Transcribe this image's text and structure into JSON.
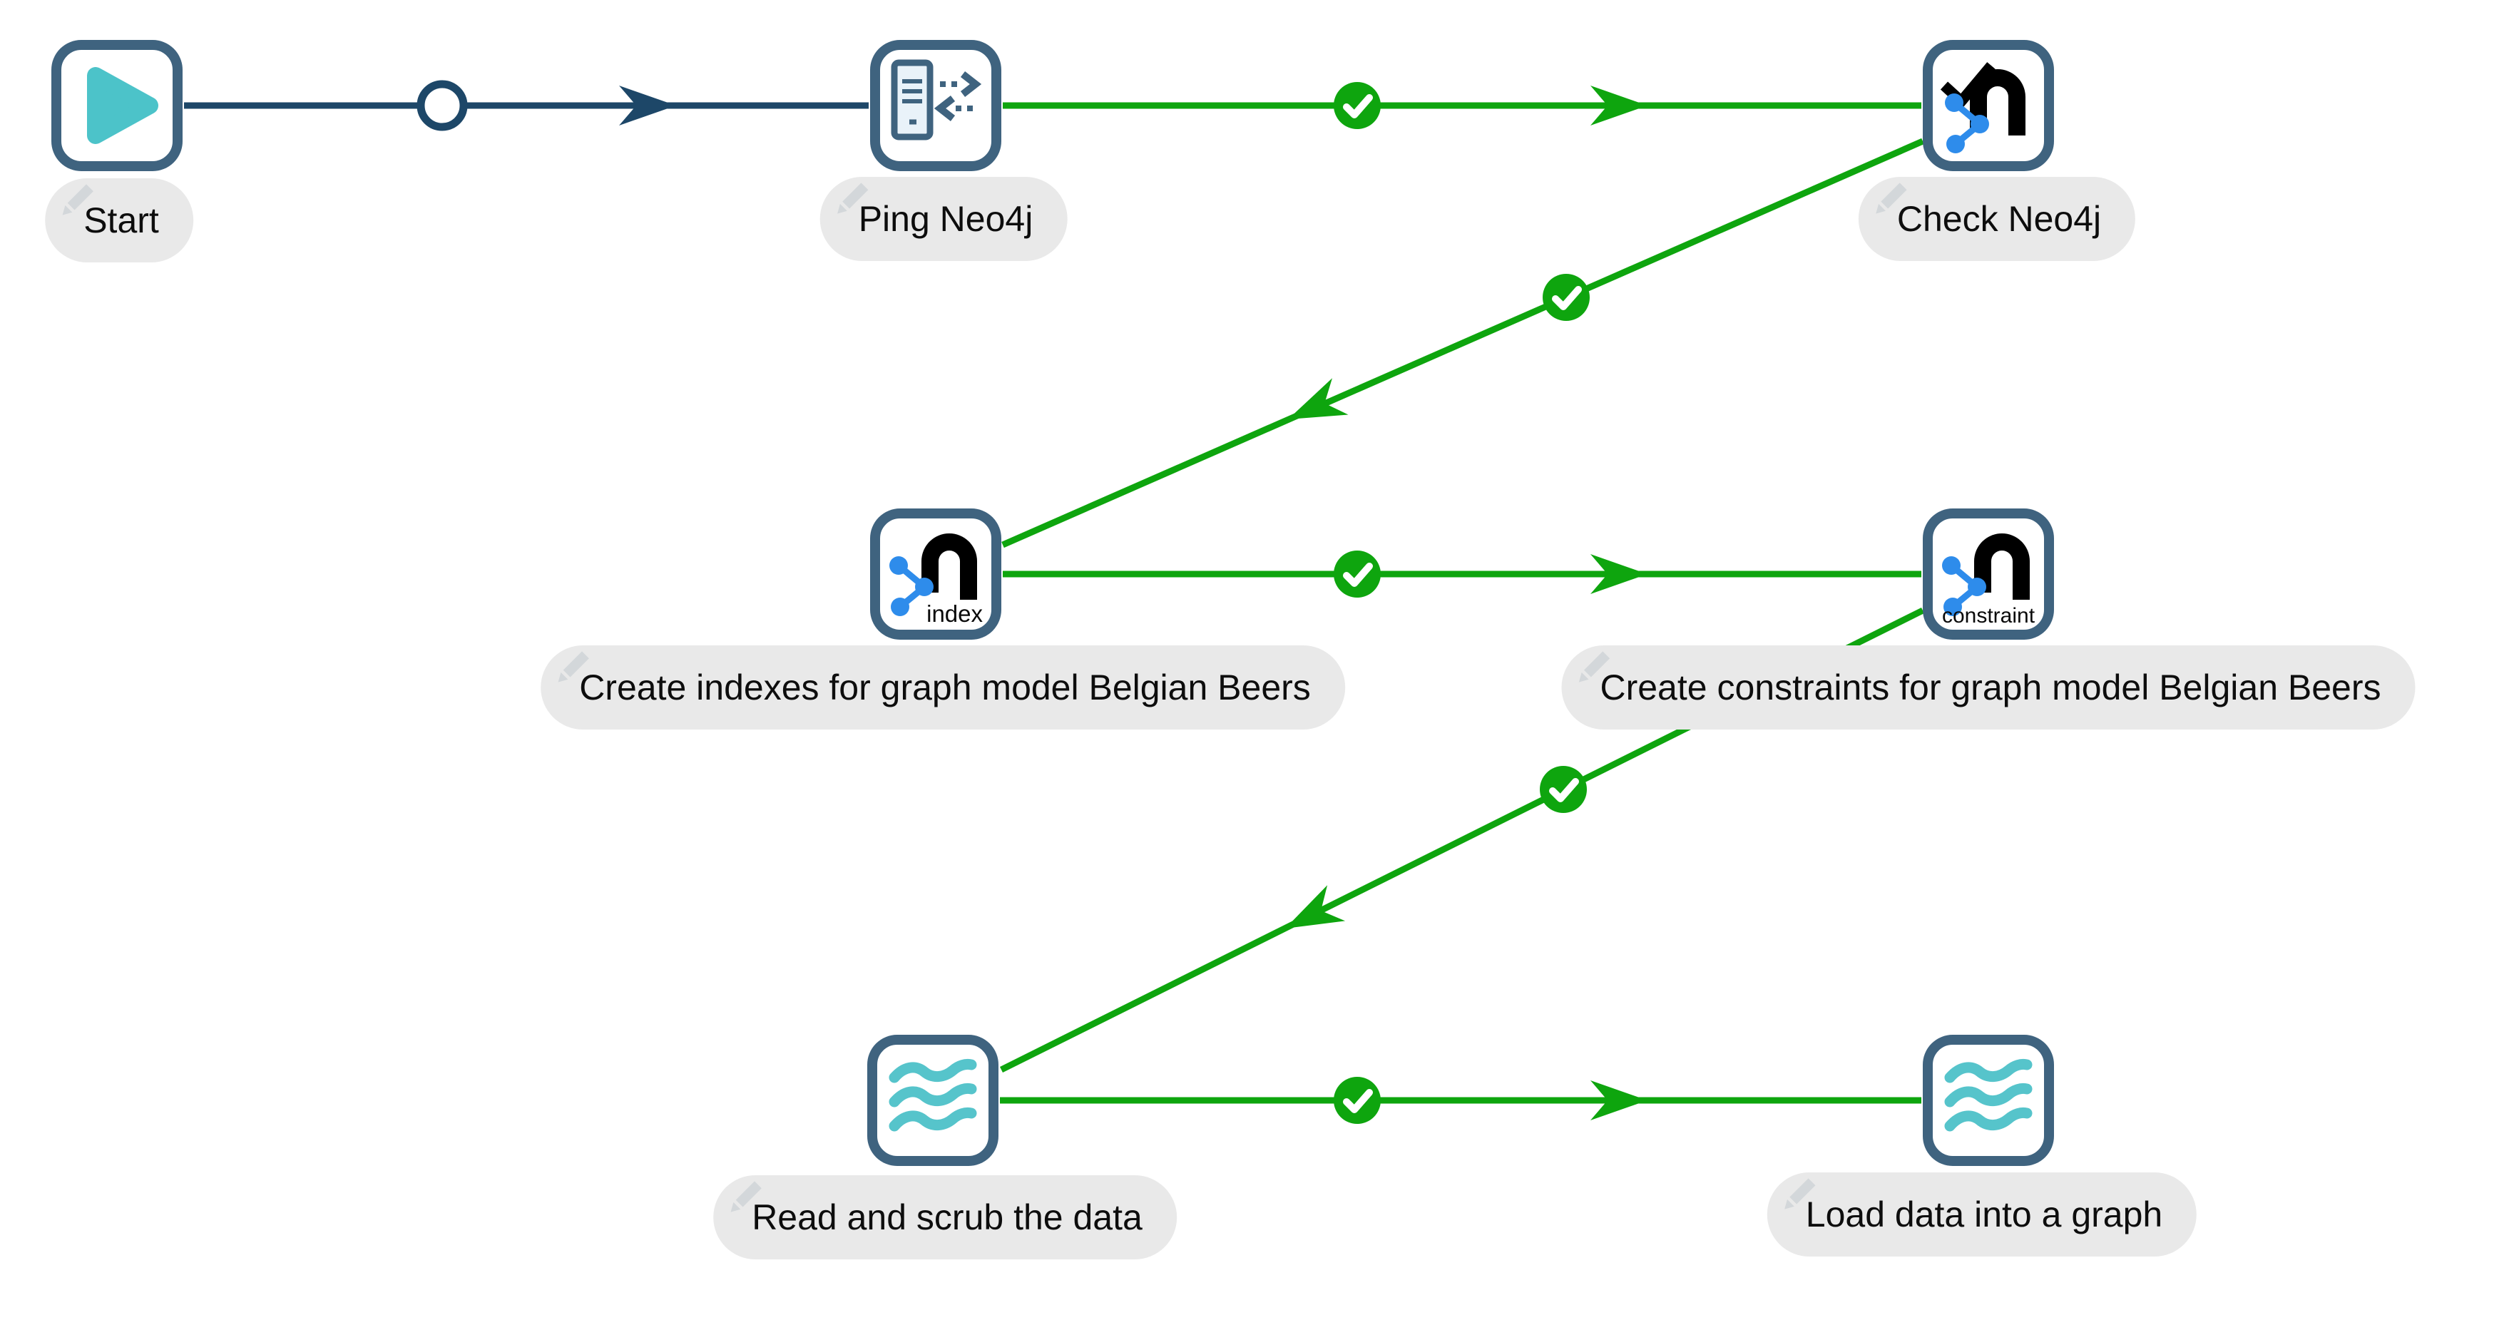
{
  "app": {
    "view": "workflow-canvas",
    "workflow_theme": "Apache Hop workflow"
  },
  "nodes": [
    {
      "id": "start",
      "label": "Start",
      "icon": "play-icon"
    },
    {
      "id": "ping-neo4j",
      "label": "Ping Neo4j",
      "icon": "ping-icon"
    },
    {
      "id": "check-neo4j",
      "label": "Check Neo4j",
      "icon": "neo4j-check-icon"
    },
    {
      "id": "create-indexes",
      "label": "Create indexes for graph model Belgian Beers",
      "icon": "neo4j-index-icon",
      "icon_caption": "index"
    },
    {
      "id": "create-constraints",
      "label": "Create constraints for graph model Belgian Beers",
      "icon": "neo4j-constraint-icon",
      "icon_caption": "constraint"
    },
    {
      "id": "read-scrub",
      "label": "Read and scrub the data",
      "icon": "pipeline-waves-icon"
    },
    {
      "id": "load-graph",
      "label": "Load data into a graph",
      "icon": "pipeline-waves-icon"
    }
  ],
  "connections": [
    {
      "from": "Start",
      "to": "Ping Neo4j",
      "condition": "unconditional",
      "marker": "open-circle"
    },
    {
      "from": "Ping Neo4j",
      "to": "Check Neo4j",
      "condition": "success",
      "marker": "green-check"
    },
    {
      "from": "Check Neo4j",
      "to": "Create indexes for graph model Belgian Beers",
      "condition": "success",
      "marker": "green-check"
    },
    {
      "from": "Create indexes for graph model Belgian Beers",
      "to": "Create constraints for graph model Belgian Beers",
      "condition": "success",
      "marker": "green-check"
    },
    {
      "from": "Create constraints for graph model Belgian Beers",
      "to": "Read and scrub the data",
      "condition": "success",
      "marker": "green-check"
    },
    {
      "from": "Read and scrub the data",
      "to": "Load data into a graph",
      "condition": "success",
      "marker": "green-check"
    }
  ],
  "colors": {
    "success_green": "#0ea50e",
    "unconditional_navy": "#1d4768",
    "node_border_slate": "#3f637f",
    "teal_accent": "#4cc3c9",
    "neo4j_graph_blue": "#2e8ceb",
    "label_pill_gray": "#e9e9e9",
    "canvas_background": "#ffffff"
  }
}
